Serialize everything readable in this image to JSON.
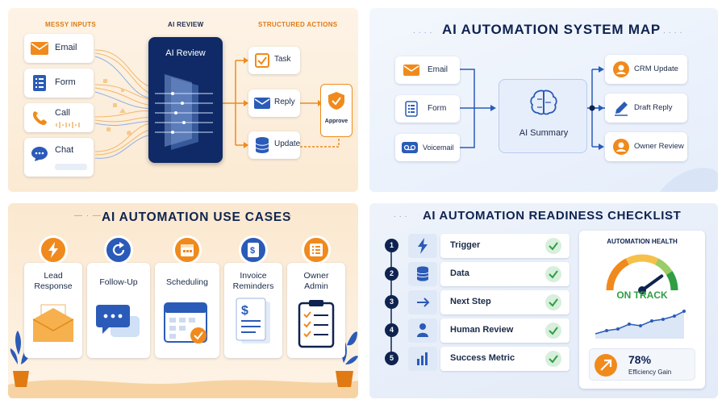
{
  "panel1": {
    "heads": {
      "messy": "MESSY INPUTS",
      "ai": "AI REVIEW",
      "structured": "STRUCTURED ACTIONS"
    },
    "inputs": [
      "Email",
      "Form",
      "Call",
      "Chat"
    ],
    "ai_title": "AI Review",
    "actions": [
      "Task",
      "Reply",
      "Update"
    ],
    "approve": "Approve"
  },
  "panel2": {
    "title": "AI AUTOMATION SYSTEM MAP",
    "inputs": [
      "Email",
      "Form",
      "Voicemail"
    ],
    "center": "AI Summary",
    "outputs": [
      "CRM Update",
      "Draft Reply",
      "Owner Review"
    ]
  },
  "panel3": {
    "title": "AI AUTOMATION USE CASES",
    "cases": [
      "Lead Response",
      "Follow-Up",
      "Scheduling",
      "Invoice Reminders",
      "Owner Admin"
    ]
  },
  "panel4": {
    "title": "AI AUTOMATION READINESS CHECKLIST",
    "items": [
      {
        "num": "1",
        "label": "Trigger"
      },
      {
        "num": "2",
        "label": "Data"
      },
      {
        "num": "3",
        "label": "Next Step"
      },
      {
        "num": "4",
        "label": "Human Review"
      },
      {
        "num": "5",
        "label": "Success Metric"
      }
    ],
    "health_title": "AUTOMATION HEALTH",
    "status": "ON TRACK",
    "gauge_level": 0.8,
    "gain_value": "78%",
    "gain_label": "Efficiency Gain"
  },
  "colors": {
    "orange": "#f08a1c",
    "navy": "#0f2350",
    "blue": "#2b5bb8",
    "green": "#2f9e44"
  }
}
